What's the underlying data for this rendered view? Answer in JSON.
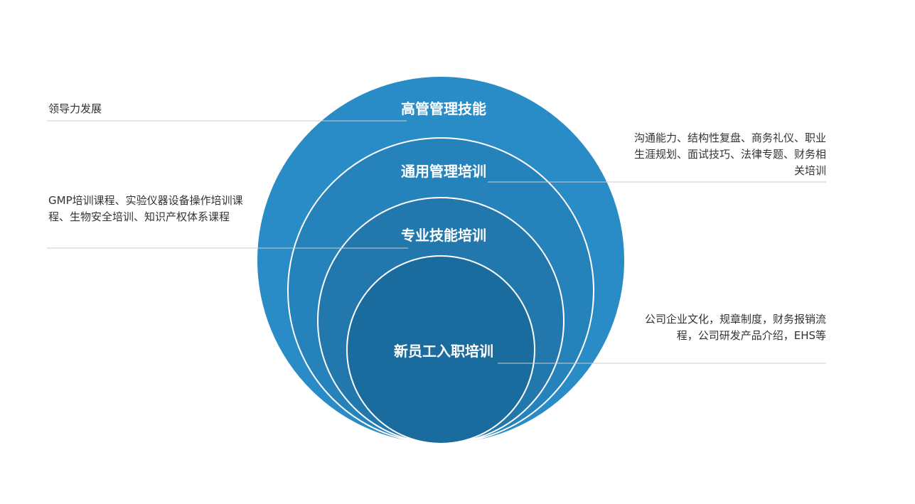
{
  "levels": [
    {
      "key": "executive",
      "label": "高管管理技能",
      "color": "#2a8cc6"
    },
    {
      "key": "general",
      "label": "通用管理培训",
      "color": "#2682bb"
    },
    {
      "key": "professional",
      "label": "专业技能培训",
      "color": "#2278ad"
    },
    {
      "key": "onboarding",
      "label": "新员工入职培训",
      "color": "#1b6c9e"
    }
  ],
  "notes": {
    "leadership": "领导力发展",
    "professional": "GMP培训课程、实验仪器设备操作培训课程、生物安全培训、知识产权体系课程",
    "general": "沟通能力、结构性复盘、商务礼仪、职业生涯规划、面试技巧、法律专题、财务相关培训",
    "onboarding": "公司企业文化，规章制度，财务报销流程，公司研发产品介绍，EHS等"
  },
  "colors": {
    "ring_stroke": "#ffffff",
    "leader_line": "#cccccc",
    "note_text": "#333333"
  }
}
